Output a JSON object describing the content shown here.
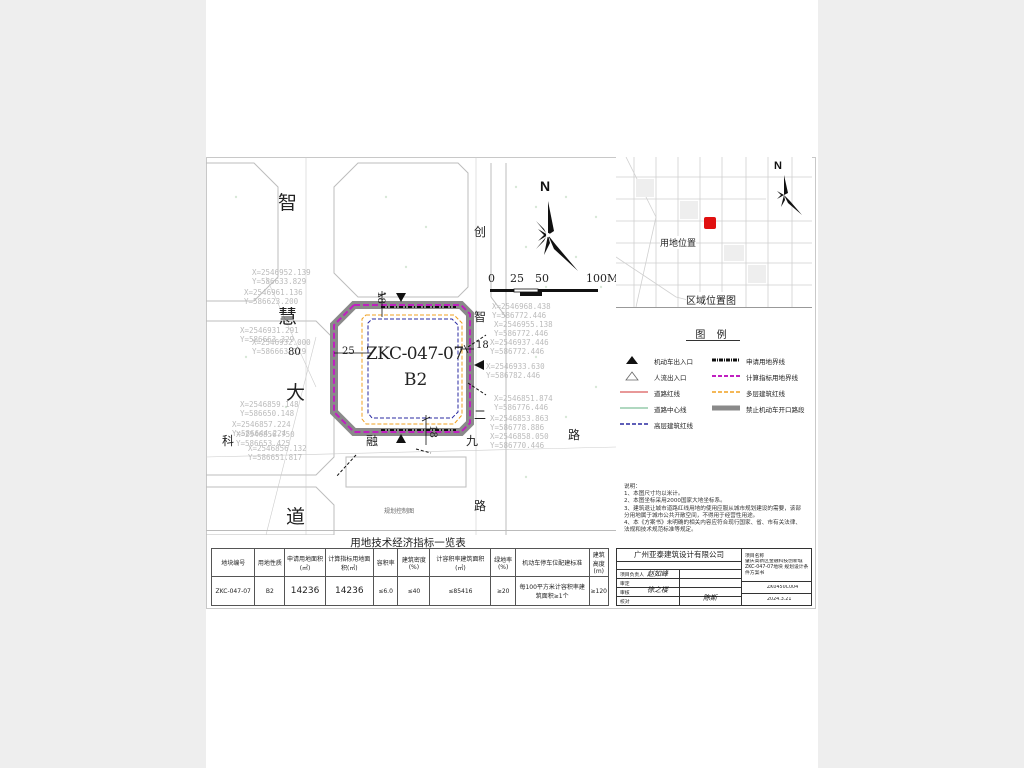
{
  "plot": {
    "code": "ZKC-047-07",
    "land_use": "B2",
    "dim_top": "18",
    "dim_left": "25",
    "dim_right": "18",
    "dim_bottom": "18",
    "dim_road_left": "80"
  },
  "roads": {
    "west": [
      "智",
      "慧",
      "大",
      "道"
    ],
    "south_left": [
      "科",
      "融"
    ],
    "east": [
      "创",
      "智",
      "二",
      "九",
      "路"
    ],
    "south_right": "路"
  },
  "coords": [
    [
      "X=2546952.139",
      "Y=586633.829"
    ],
    [
      "X=2546961.136",
      "Y=586623.200"
    ],
    [
      "X=2546931.291",
      "Y=586663.329"
    ],
    [
      "X=2546932.000",
      "Y=586663.329"
    ],
    [
      "X=2546859.148",
      "Y=586650.148"
    ],
    [
      "X=2546857.224",
      "Y=586644.224"
    ],
    [
      "X=2546856.750",
      "Y=586653.425"
    ],
    [
      "X=2546856.132",
      "Y=586651.817"
    ],
    [
      "X=2546968.438",
      "Y=586772.446"
    ],
    [
      "X=2546955.138",
      "Y=586772.446"
    ],
    [
      "X=2546937.446",
      "Y=586772.446"
    ],
    [
      "X=2546933.630",
      "Y=586782.446"
    ],
    [
      "X=2546851.874",
      "Y=586776.446"
    ],
    [
      "X=2546853.863",
      "Y=586778.886"
    ],
    [
      "X=2546858.050",
      "Y=586770.446"
    ]
  ],
  "north_label": "N",
  "scale_bar": {
    "ticks": [
      "0",
      "25",
      "50",
      "100M"
    ]
  },
  "bottom_caption": "规划控制图",
  "location_map": {
    "north_label": "N",
    "site_label": "用地位置",
    "caption": "区域位置图",
    "site_color": "#e01010"
  },
  "legend": {
    "title": "图  例",
    "items": [
      {
        "label": "机动车出入口",
        "symbol": "triangle-filled"
      },
      {
        "label": "申请用地界线",
        "symbol": "dash-dot-black"
      },
      {
        "label": "人流出入口",
        "symbol": "triangle-outline"
      },
      {
        "label": "计算指标用地界线",
        "symbol": "dash-magenta"
      },
      {
        "label": "道路红线",
        "symbol": "line-red"
      },
      {
        "label": "多层建筑红线",
        "symbol": "dash-orange"
      },
      {
        "label": "道路中心线",
        "symbol": "line-green"
      },
      {
        "label": "禁止机动车开口路段",
        "symbol": "bar-gray"
      },
      {
        "label": "高层建筑红线",
        "symbol": "dash-navy"
      }
    ],
    "colors": {
      "magenta": "#c020c0",
      "orange": "#f0a020",
      "navy": "#2828a0",
      "gray": "#8a8a8a",
      "red": "#d03030",
      "green": "#60b080"
    }
  },
  "notes": {
    "heading": "说明：",
    "lines": [
      "1、本图尺寸均以米计。",
      "2、本图坐标采用2000国家大地坐标系。",
      "3、建筑退让城市道路红线用地的使用应服从城市规划建设的需要，该部",
      "   分用地属于城市公共开敞空间，不得用于经营性用途。",
      "4、本《方案书》未明确的相关内容应符合现行国家、省、市有关法律、",
      "   法规和技术规范标准等规定。"
    ]
  },
  "indicator_table": {
    "title": "用地技术经济指标一览表",
    "headers": [
      "地块编号",
      "用地性质",
      "申请用地面积(㎡)",
      "计算指标用地面积(㎡)",
      "容积率",
      "建筑密度(%)",
      "计容积率建筑面积(㎡)",
      "绿地率(%)",
      "机动车停车位配建标准",
      "建筑高度(m)"
    ],
    "rows": [
      [
        "ZKC-047-07",
        "B2",
        "14236",
        "14236",
        "≤6.0",
        "≤40",
        "≤85416",
        "≥20",
        "每100平方米计容积率建筑面积≥1个",
        "≥120"
      ]
    ]
  },
  "title_block": {
    "company": "广州亚泰建筑设计有限公司",
    "project_label": "项目名称",
    "project_name": "肇庆高新区金融科技创新城 ZKC-047-07地块 规划设计条件方案书",
    "drawing_no": "ZK0450C004",
    "date": "2024.3.21",
    "roles": [
      "项目负责人",
      "审定",
      "审核",
      "校对"
    ],
    "signatures": [
      "赵如峰",
      "徐之楼",
      "陈斯"
    ]
  }
}
